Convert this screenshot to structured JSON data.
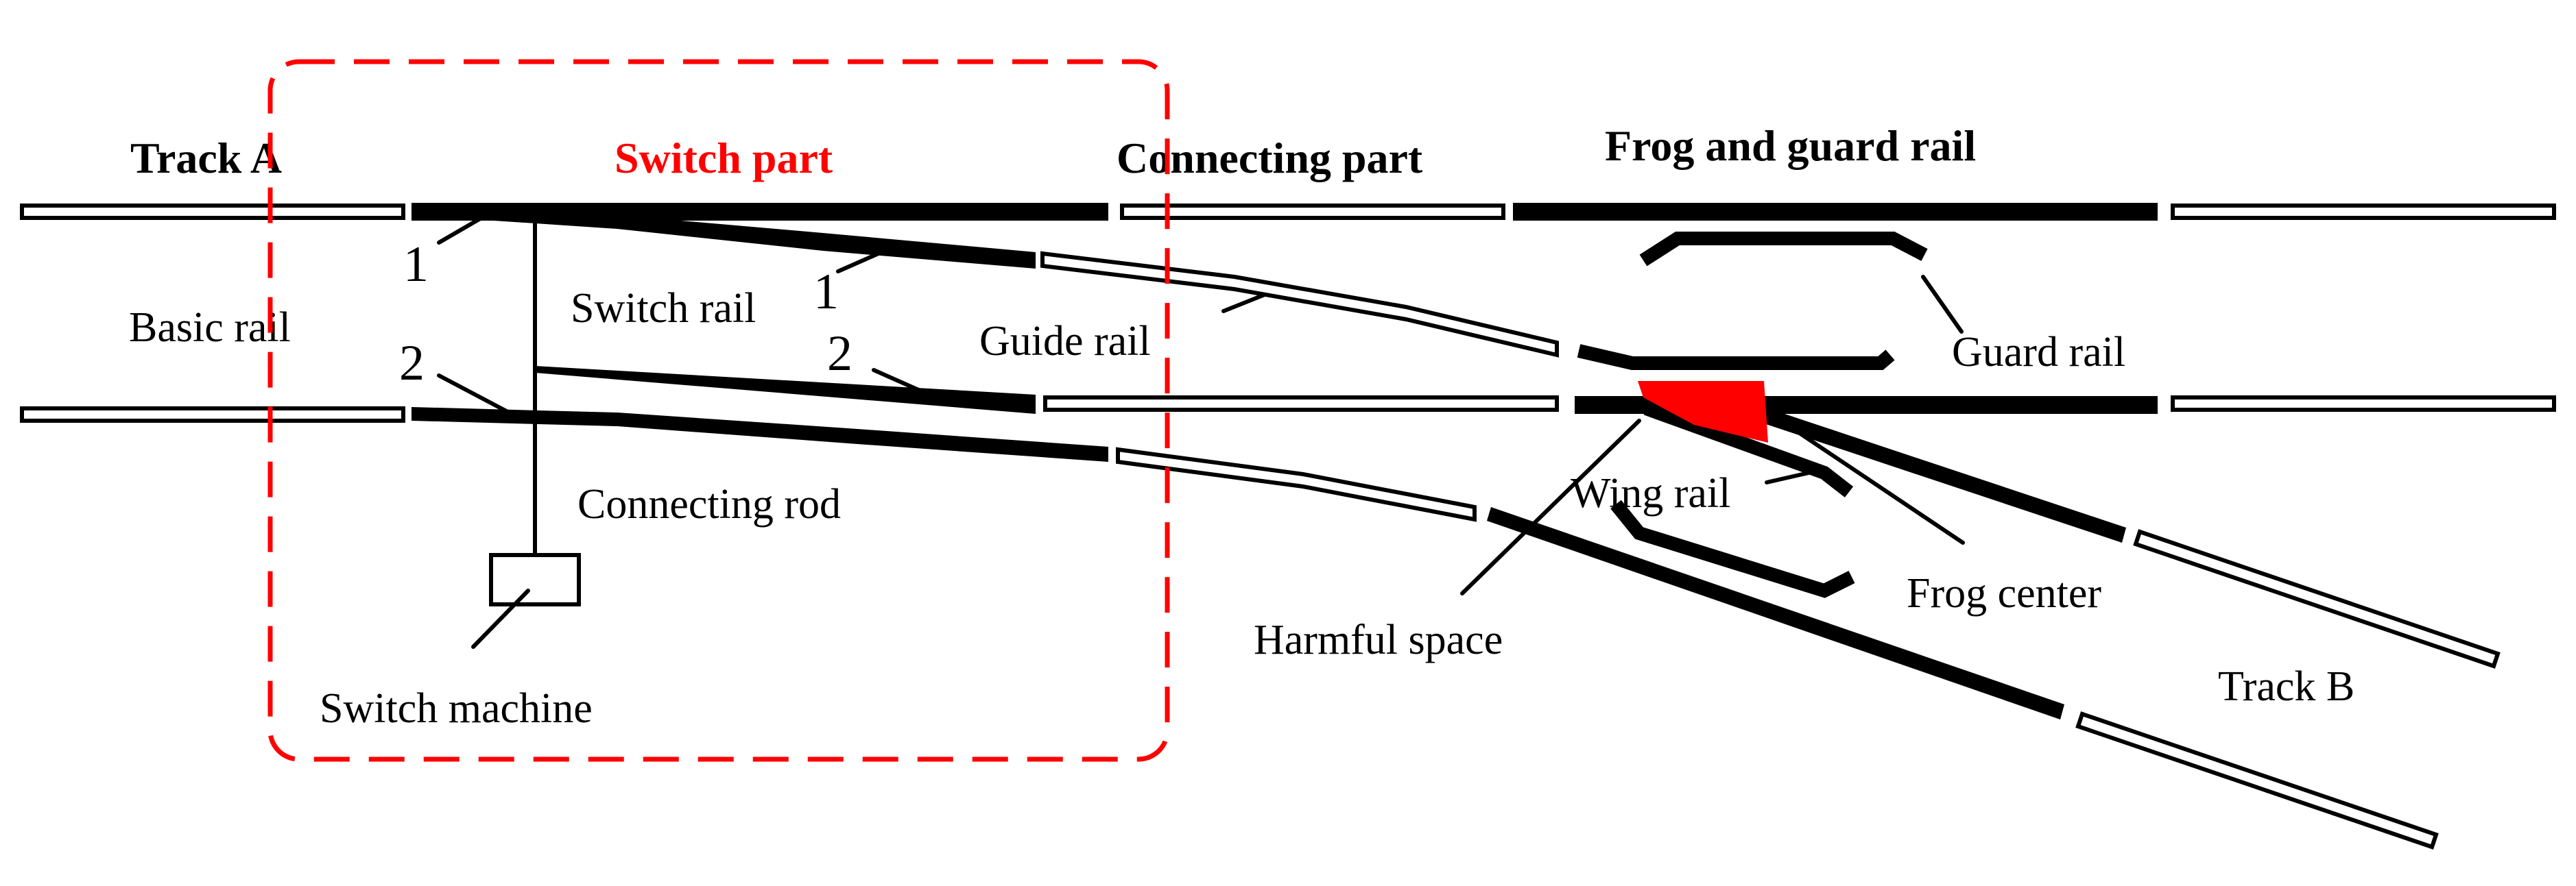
{
  "colors": {
    "rail": "#000000",
    "highlight_box": "#ff0000",
    "frog_center_fill": "#ff0000",
    "switch_part_header": "#ff0000"
  },
  "headers": {
    "track_a": "Track A",
    "switch_part": "Switch part",
    "connecting_part": "Connecting part",
    "frog_and_guard_rail": "Frog and guard rail"
  },
  "labels": {
    "basic_rail": "Basic rail",
    "switch_rail": "Switch rail",
    "guide_rail": "Guide rail",
    "guard_rail": "Guard rail",
    "connecting_rod": "Connecting rod",
    "wing_rail": "Wing rail",
    "frog_center": "Frog center",
    "harmful_space": "Harmful space",
    "switch_machine": "Switch machine",
    "track_b": "Track B"
  },
  "numbers": {
    "basic_rail_1": "1",
    "basic_rail_2": "2",
    "switch_rail_1": "1",
    "switch_rail_2": "2"
  }
}
